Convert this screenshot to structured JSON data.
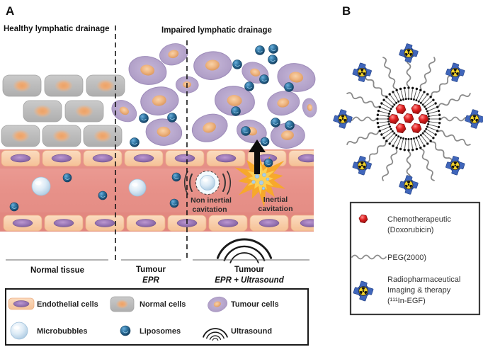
{
  "figure": {
    "panel_a_label": "A",
    "panel_b_label": "B"
  },
  "panel_a": {
    "healthy_title": "Healthy lymphatic drainage",
    "impaired_title": "Impaired lymphatic drainage",
    "non_inertial_label_line1": "Non inertial",
    "non_inertial_label_line2": "cavitation",
    "inertial_label_line1": "Inertial",
    "inertial_label_line2": "cavitation",
    "regions": [
      {
        "title": "Normal tissue",
        "subtitle": ""
      },
      {
        "title": "Tumour",
        "subtitle": "EPR"
      },
      {
        "title": "Tumour",
        "subtitle": "EPR + Ultrasound"
      }
    ],
    "legend": [
      {
        "icon": "endothelial-cell-icon",
        "label": "Endothelial cells"
      },
      {
        "icon": "normal-cell-icon",
        "label": "Normal cells"
      },
      {
        "icon": "tumour-cell-icon",
        "label": "Tumour cells"
      },
      {
        "icon": "microbubble-icon",
        "label": "Microbubbles"
      },
      {
        "icon": "liposome-icon",
        "label": "Liposomes"
      },
      {
        "icon": "ultrasound-icon",
        "label": "Ultrasound"
      }
    ]
  },
  "panel_b": {
    "legend": [
      {
        "icon": "doxorubicin-icon",
        "line1": "Chemotherapeutic",
        "line2": "(Doxorubicin)"
      },
      {
        "icon": "peg-icon",
        "line1": "PEG(2000)"
      },
      {
        "icon": "radiopharmaceutical-icon",
        "line1": "Radiopharmaceutical",
        "line2": "Imaging & therapy",
        "line3": "(¹¹¹In-EGF)"
      }
    ]
  },
  "colors": {
    "tumour_cell": "#b1a0c8",
    "tumour_nucleus": "#efb682",
    "normal_cell": "#bdbdbd",
    "normal_cell_glow": "#eda266",
    "endothelial_cell": "#f8cfac",
    "endothelial_nucleus": "#9a77b6",
    "vessel": "#e79189",
    "microbubble": "#cfe3f2",
    "liposome": "#1d5d8d",
    "starburst_outer": "#f7a82b",
    "starburst_inner": "#fccf52",
    "doxorubicin": "#d62020",
    "peg_chain": "#8a8a8a",
    "radiolabel_blue": "#3558a8",
    "radiolabel_yellow": "#f2d229"
  }
}
